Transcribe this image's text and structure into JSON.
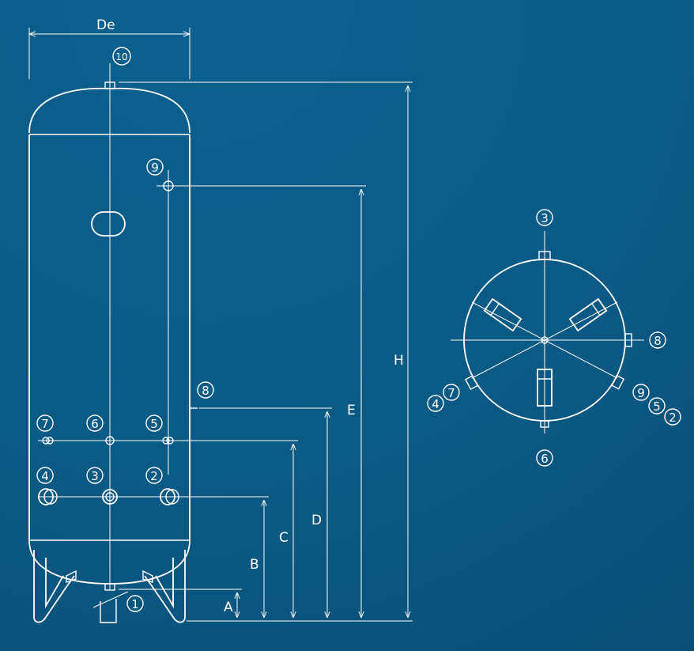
{
  "dimensions": {
    "De": "De",
    "H": "H",
    "E": "E",
    "D": "D",
    "C": "C",
    "B": "B",
    "A": "A"
  },
  "connections": {
    "n1": "1",
    "n2": "2",
    "n3": "3",
    "n4": "4",
    "n5": "5",
    "n6": "6",
    "n7": "7",
    "n8": "8",
    "n9": "9",
    "n10": "10"
  },
  "colors": {
    "background": "#0b5a86",
    "lines": "#ffffff"
  }
}
